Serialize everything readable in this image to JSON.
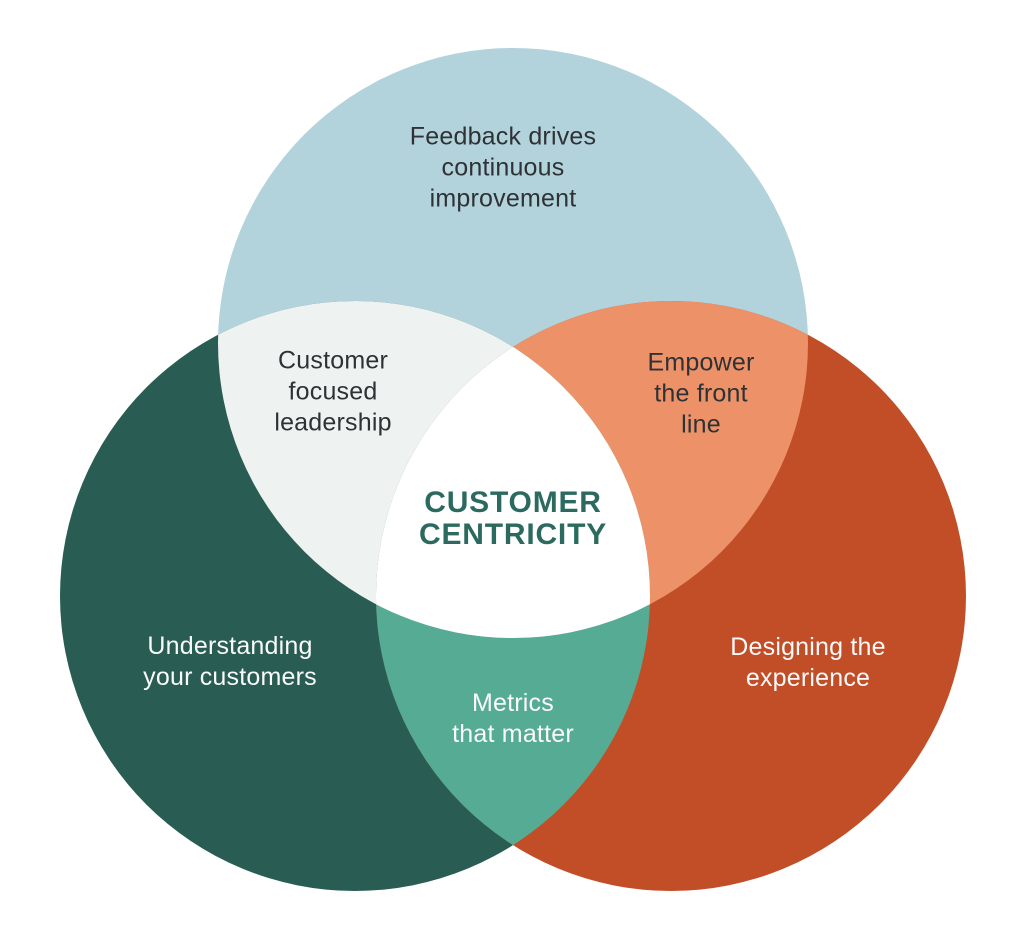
{
  "colors": {
    "background": "#ffffff",
    "circle-top": "#b2d3dc",
    "circle-left": "#295d54",
    "circle-right": "#c24e27",
    "overlap-top-left": "#eef2f0",
    "overlap-top-right": "#ec9168",
    "overlap-bottom": "#56ab95",
    "center-fill": "#ffffff",
    "text-dark": "#2f3235",
    "text-light": "#fafafa",
    "title-color": "#2c6a5f"
  },
  "diagram": {
    "center_title": "CUSTOMER\nCENTRICITY",
    "circles": {
      "top": {
        "label": "Feedback drives\ncontinuous\nimprovement"
      },
      "left": {
        "label": "Understanding\nyour customers"
      },
      "right": {
        "label": "Designing the\nexperience"
      }
    },
    "overlaps": {
      "top_left": {
        "label": "Customer\nfocused\nleadership"
      },
      "top_right": {
        "label": "Empower\nthe front\nline"
      },
      "bottom": {
        "label": "Metrics\nthat matter"
      }
    }
  }
}
